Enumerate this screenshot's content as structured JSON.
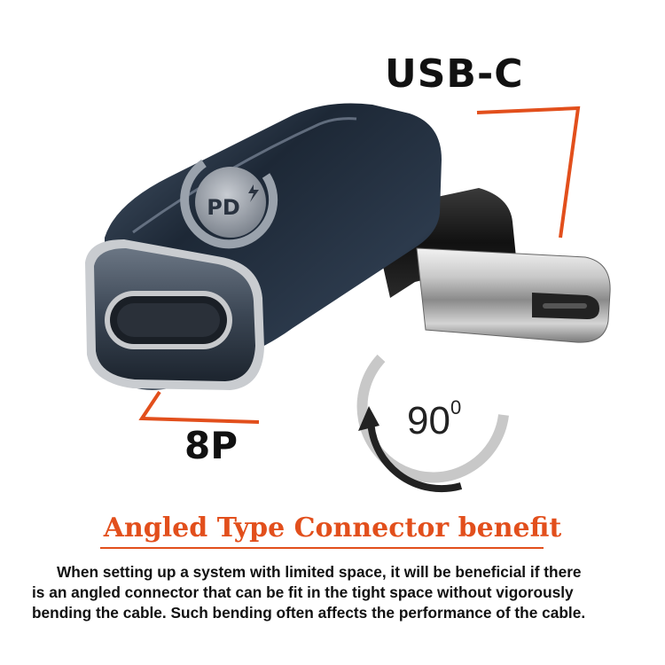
{
  "labels": {
    "top_port": "USB-C",
    "bottom_port": "8P",
    "rotation_value": "90",
    "rotation_unit": "0"
  },
  "badge": {
    "text": "PD"
  },
  "headline": "Angled Type Connector benefit",
  "description_lines": [
    "When setting up a system with limited space, it will be beneficial if there",
    "is an angled connector that can be fit in the tight space without vigorously",
    "bending the cable. Such bending often affects the performance of the cable."
  ],
  "colors": {
    "accent": "#e24f1c",
    "adapter_body": "#1f2a38",
    "text": "#111111"
  }
}
